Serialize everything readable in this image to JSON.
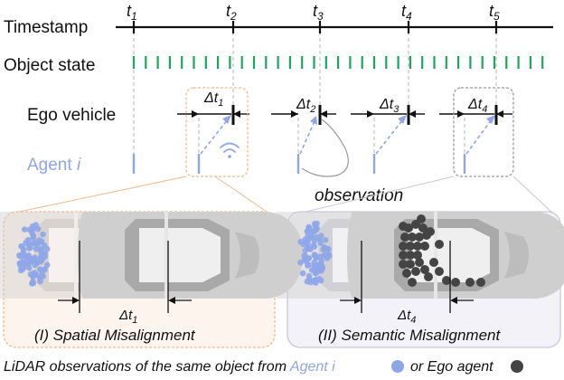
{
  "rows": {
    "timestamp": "Timestamp",
    "object_state": "Object state",
    "ego_vehicle": "Ego vehicle",
    "agent_word": "Agent",
    "agent_index": "i"
  },
  "ticks": [
    {
      "base": "t",
      "sub": "1"
    },
    {
      "base": "t",
      "sub": "2"
    },
    {
      "base": "t",
      "sub": "3"
    },
    {
      "base": "t",
      "sub": "4"
    },
    {
      "base": "t",
      "sub": "5"
    }
  ],
  "deltas": [
    {
      "base": "Δt",
      "sub": "1"
    },
    {
      "base": "Δt",
      "sub": "2"
    },
    {
      "base": "Δt",
      "sub": "3"
    },
    {
      "base": "Δt",
      "sub": "4"
    }
  ],
  "observation_label": "observation",
  "panels": [
    {
      "caption": "(I) Spatial Misalignment",
      "delta_base": "Δt",
      "delta_sub": "1"
    },
    {
      "caption": "(II) Semantic Misalignment",
      "delta_base": "Δt",
      "delta_sub": "4"
    }
  ],
  "footer": {
    "part1": "LiDAR observations of the same object from",
    "agent": "Agent i",
    "part2": "or Ego agent"
  },
  "colors": {
    "agent": "#8fa6e8",
    "object_state": "#1aa85a",
    "spatial_box": "#f3b98a",
    "semantic_box": "#c9c7dc",
    "ego_points": "#444444"
  }
}
